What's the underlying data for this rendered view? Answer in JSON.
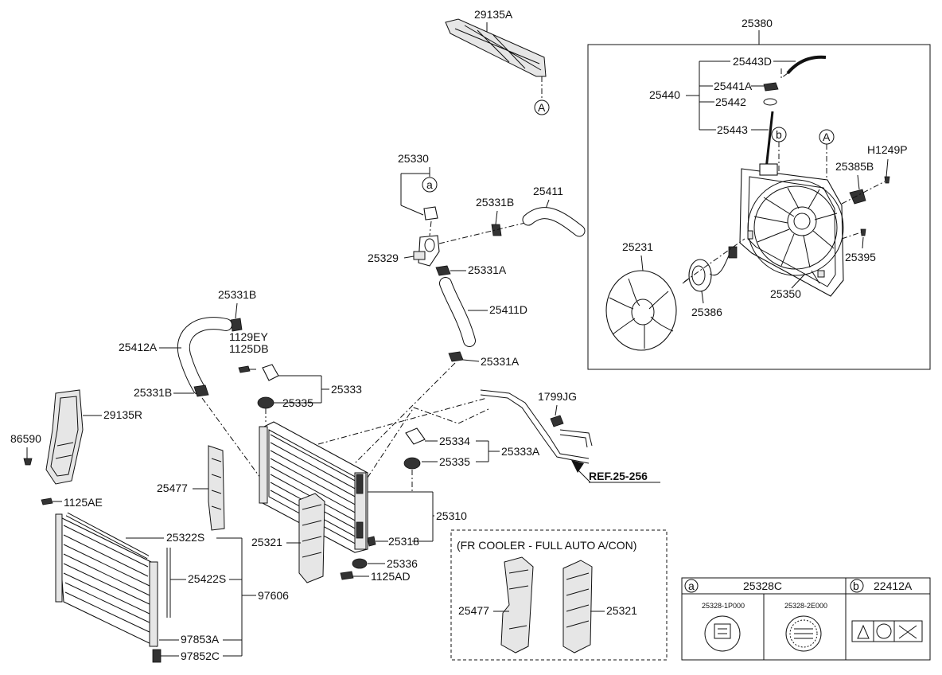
{
  "labels": {
    "p29135A": "29135A",
    "p25380": "25380",
    "p25443D": "25443D",
    "p25441A": "25441A",
    "p25440": "25440",
    "p25442": "25442",
    "p25443": "25443",
    "pH1249P": "H1249P",
    "p25385B": "25385B",
    "p25231": "25231",
    "p25395": "25395",
    "p25386": "25386",
    "p25350": "25350",
    "p25330": "25330",
    "p25331B_top": "25331B",
    "p25411": "25411",
    "p25329": "25329",
    "p25331A_top": "25331A",
    "p25411D": "25411D",
    "p25331B_left": "25331B",
    "p25412A": "25412A",
    "p1129EY": "1129EY",
    "p1125DB": "1125DB",
    "p25331A_mid": "25331A",
    "p25331B_low": "25331B",
    "p25333": "25333",
    "p25335_top": "25335",
    "p29135R": "29135R",
    "p86590": "86590",
    "p1799JG": "1799JG",
    "p25334": "25334",
    "p25333A": "25333A",
    "p25335_low": "25335",
    "ref": "REF.25-256",
    "p1125AE": "1125AE",
    "p25477": "25477",
    "p25310": "25310",
    "p25322S": "25322S",
    "p25321": "25321",
    "p25318": "25318",
    "p25422S": "25422S",
    "p25336": "25336",
    "p1125AD": "1125AD",
    "p97606": "97606",
    "p97853A": "97853A",
    "p97852C": "97852C",
    "fr_title": "(FR COOLER - FULL AUTO A/CON)",
    "fr_25477": "25477",
    "fr_25321": "25321",
    "mark_a": "a",
    "mark_b": "b",
    "mark_A": "A"
  },
  "legend": {
    "a_mark": "a",
    "a_part": "25328C",
    "b_mark": "b",
    "b_part": "22412A",
    "a_sub1": "25328-1P000",
    "a_sub2": "25328-2E000"
  }
}
